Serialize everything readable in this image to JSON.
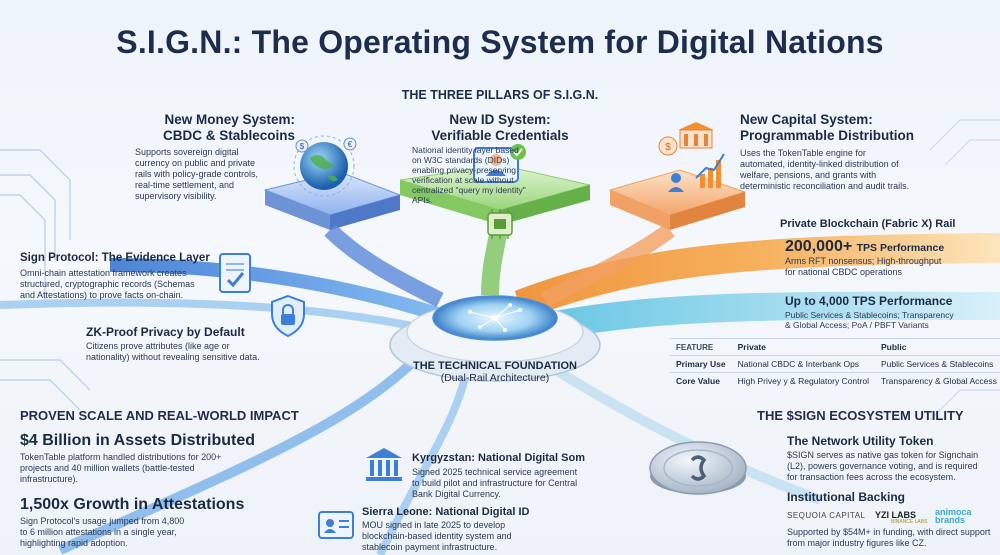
{
  "title": "S.I.G.N.: The Operating System for Digital Nations",
  "pillars_heading": "THE THREE PILLARS OF S.I.G.N.",
  "pillars": [
    {
      "title_1": "New Money System:",
      "title_2": "CBDC & Stablecoins",
      "body": [
        "Supports sovereign digital",
        "currency on public and private",
        "rails with policy-grade controls,",
        "real-time settlement, and",
        "supervisory visibility."
      ]
    },
    {
      "title_1": "New ID System:",
      "title_2": "Verifiable Credentials",
      "body": [
        "National identity layer based",
        "on W3C standards (DIDs)",
        "enabling privacy-preserving",
        "verification at scale without",
        "centralized \"query my identity\"",
        "APIs."
      ]
    },
    {
      "title_1": "New Capital System:",
      "title_2": "Programmable Distribution",
      "body": [
        "Uses the TokenTable engine for",
        "automated, identity-linked distribution of",
        "welfare, pensions, and grants with",
        "deterministic reconciliation and audit trails."
      ]
    }
  ],
  "evidence": {
    "title": "Sign Protocol: The Evidence Layer",
    "body": [
      "Omni-chain attestation framework creates",
      "structured, cryptographic records (Schemas",
      "and Attestations) to prove facts on-chain."
    ]
  },
  "zk": {
    "title": "ZK-Proof Privacy by Default",
    "body": [
      "Citizens prove attributes (like age or",
      "nationality) without revealing sensitive data."
    ]
  },
  "foundation": {
    "title": "THE TECHNICAL FOUNDATION",
    "subtitle": "(Dual-Rail Architecture)"
  },
  "private_rail": {
    "heading": "Private Blockchain (Fabric X) Rail",
    "tps": "200,000+",
    "tps_label": "TPS Performance",
    "body": [
      "Arms RFT nonsensus; High-throughput",
      "for national CBDC operations"
    ]
  },
  "public_rail": {
    "tps": "Up to 4,000",
    "tps_label": "TPS Performance",
    "body": [
      "Public Services & Stablecoins; Transparency",
      "& Global Access; PoA / PBFT Variants"
    ]
  },
  "feature_table": {
    "headers": [
      "FEATURE",
      "Private",
      "Public"
    ],
    "rows": [
      [
        "Primary Use",
        "National CBDC & Interbank Ops",
        "Public Services & Stablecoins"
      ],
      [
        "Core Value",
        "High Privey y & Regulatory Control",
        "Transparency & Global Access"
      ]
    ]
  },
  "proven": {
    "heading": "PROVEN SCALE AND REAL-WORLD IMPACT",
    "stat1": {
      "title": "$4 Billion in Assets Distributed",
      "body": [
        "TokenTable platform handled distributions for 200+",
        "projects and 40 million wallets (battle-tested",
        "infrastructure)."
      ]
    },
    "stat2": {
      "title": "1,500x Growth in Attestations",
      "body": [
        "Sign Protocol's usage jumped from 4,800",
        "to 6 million attestations in a single year,",
        "highlighting rapid adoption."
      ]
    }
  },
  "kyrgyzstan": {
    "title": "Kyrgyzstan: National Digital Som",
    "body": [
      "Signed 2025 technical service agreement",
      "to build pilot and infrastructure for Central",
      "Bank Digital Currency."
    ]
  },
  "sierra": {
    "title": "Sierra Leone: National Digital ID",
    "body": [
      "MOU signed in late 2025 to develop",
      "blockchain-based identity system and",
      "stablecoin payment infrastructure."
    ]
  },
  "ecosystem": {
    "heading": "THE $SIGN ECOSYSTEM UTILITY",
    "token_title": "The Network Utility Token",
    "token_body": [
      "$SIGN serves as native gas token for Signchain",
      "(L2), powers governance voting, and is required",
      "for transaction fees across the ecosystem."
    ],
    "backing_title": "Institutional Backing",
    "logos": [
      "SEQUOIA CAPITAL",
      "YZI LABS",
      "BINANCE LABS",
      "animoca brands"
    ],
    "backing_body": [
      "Supported by $54M+ in funding, with direct support",
      "from major industry figures like CZ."
    ]
  },
  "colors": {
    "blue": "#3d7fd6",
    "green": "#6cc24a",
    "orange": "#f2902f",
    "navy": "#1d2d4d",
    "teal": "#4fc3dc"
  }
}
